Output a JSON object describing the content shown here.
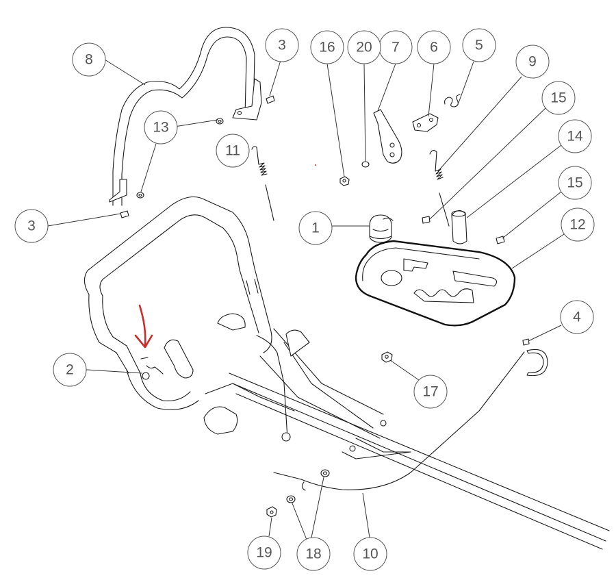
{
  "callouts": [
    {
      "id": "c1",
      "label": "1"
    },
    {
      "id": "c2",
      "label": "2"
    },
    {
      "id": "c3a",
      "label": "3"
    },
    {
      "id": "c3b",
      "label": "3"
    },
    {
      "id": "c4",
      "label": "4"
    },
    {
      "id": "c5",
      "label": "5"
    },
    {
      "id": "c6",
      "label": "6"
    },
    {
      "id": "c7",
      "label": "7"
    },
    {
      "id": "c8",
      "label": "8"
    },
    {
      "id": "c9",
      "label": "9"
    },
    {
      "id": "c10",
      "label": "10"
    },
    {
      "id": "c11",
      "label": "11"
    },
    {
      "id": "c12",
      "label": "12"
    },
    {
      "id": "c13",
      "label": "13"
    },
    {
      "id": "c14",
      "label": "14"
    },
    {
      "id": "c15a",
      "label": "15"
    },
    {
      "id": "c15b",
      "label": "15"
    },
    {
      "id": "c16",
      "label": "16"
    },
    {
      "id": "c17",
      "label": "17"
    },
    {
      "id": "c18",
      "label": "18"
    },
    {
      "id": "c19",
      "label": "19"
    },
    {
      "id": "c20",
      "label": "20"
    }
  ],
  "colors": {
    "line": "#1a1a1a",
    "callout": "#555555",
    "highlight_arrow": "#cc2b2b",
    "background": "#ffffff"
  }
}
